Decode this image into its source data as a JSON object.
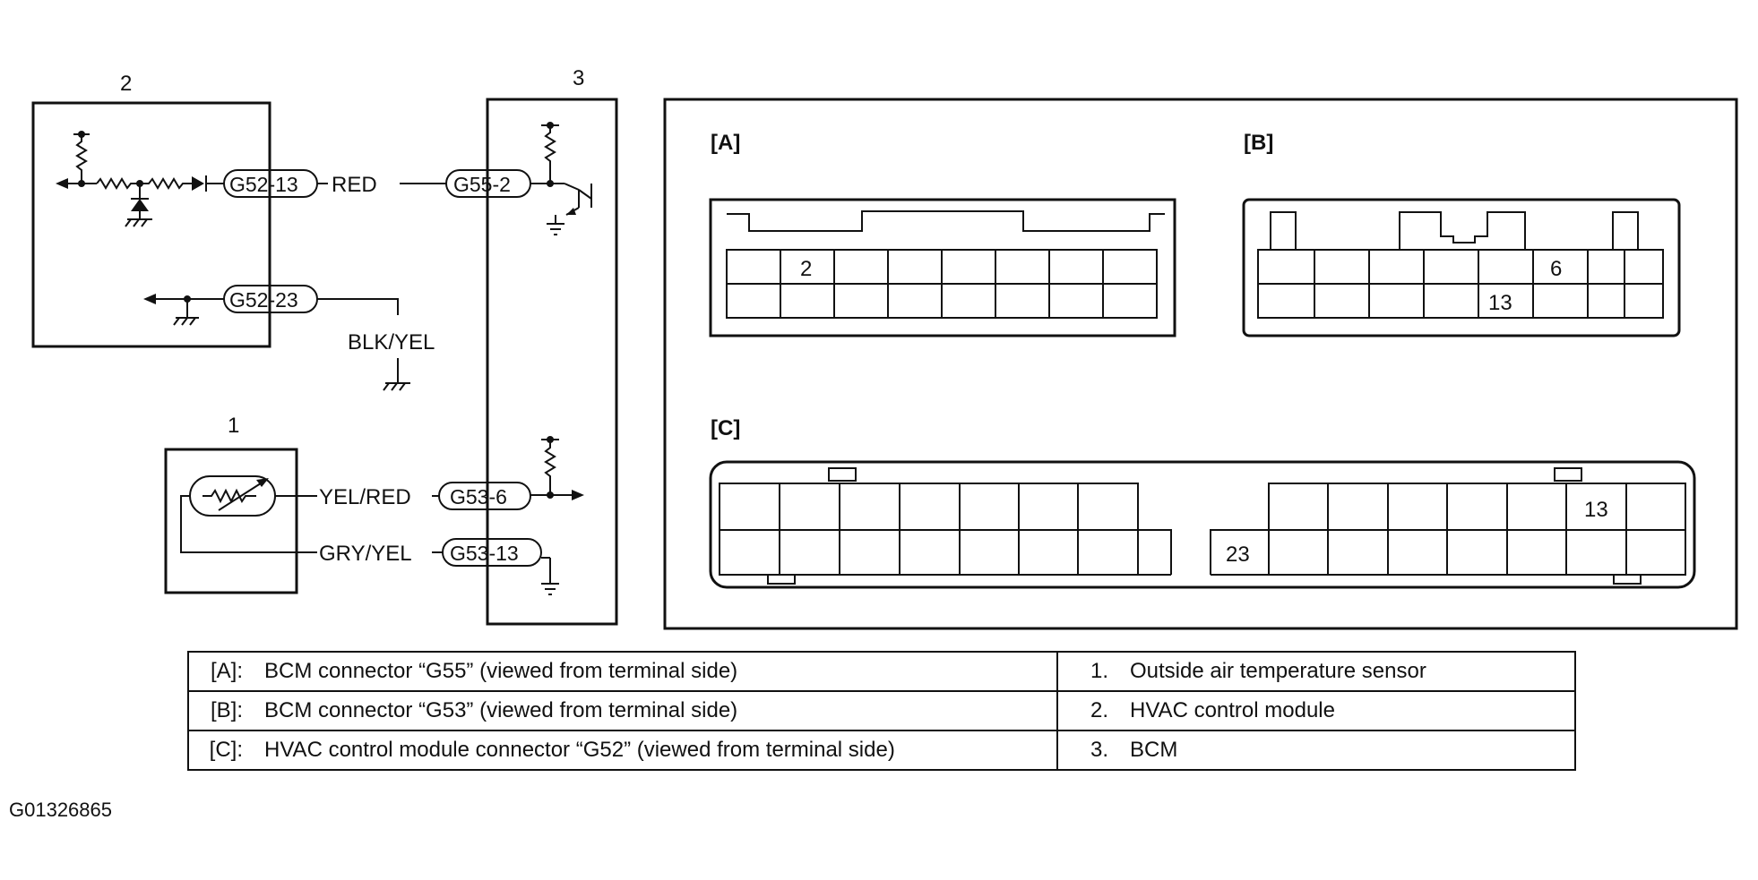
{
  "components": {
    "bcm": "3",
    "hvac_module": "2",
    "sensor": "1"
  },
  "connectors": {
    "g52_13": "G52-13",
    "g55_2": "G55-2",
    "g52_23": "G52-23",
    "g53_6": "G53-6",
    "g53_13": "G53-13"
  },
  "wires": {
    "red": "RED",
    "blk_yel": "BLK/YEL",
    "yel_red": "YEL/RED",
    "gry_yel": "GRY/YEL"
  },
  "connector_views": {
    "a": {
      "label": "[A]",
      "pin": "2"
    },
    "b": {
      "label": "[B]",
      "pin_top": "6",
      "pin_bottom": "13"
    },
    "c": {
      "label": "[C]",
      "pin_top": "13",
      "pin_bottom": "23"
    }
  },
  "legend": [
    {
      "key": "[A]:",
      "text": "BCM connector “G55” (viewed from terminal side)",
      "num": "1.",
      "desc": "Outside air temperature sensor"
    },
    {
      "key": "[B]:",
      "text": "BCM connector “G53” (viewed from terminal side)",
      "num": "2.",
      "desc": "HVAC control module"
    },
    {
      "key": "[C]:",
      "text": "HVAC control module connector “G52” (viewed from terminal side)",
      "num": "3.",
      "desc": "BCM"
    }
  ],
  "figure_id": "G01326865"
}
